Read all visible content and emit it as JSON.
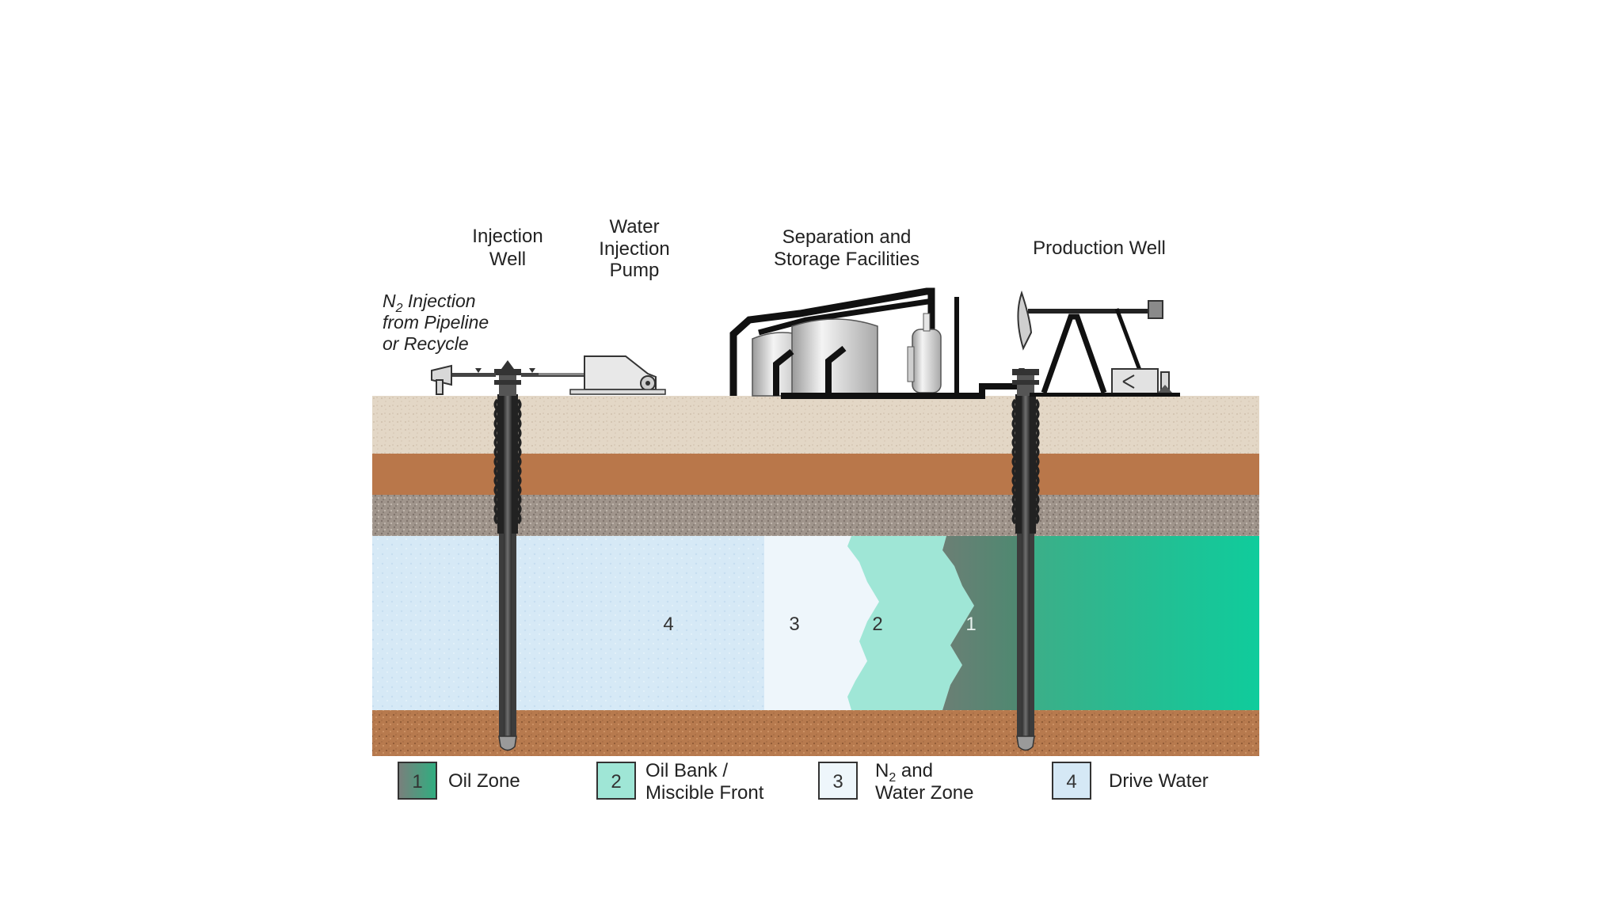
{
  "labels": {
    "injection_well": [
      "Injection",
      "Well"
    ],
    "water_injection_pump": [
      "Water",
      "Injection",
      "Pump"
    ],
    "separation_storage": [
      "Separation and",
      "Storage Facilities"
    ],
    "production_well": "Production Well",
    "n2_injection": {
      "n": "N",
      "sub": "2",
      "line1_rest": " Injection",
      "line2": "from Pipeline",
      "line3": "or Recycle"
    }
  },
  "zones": [
    {
      "number": "1",
      "name": "Oil Zone"
    },
    {
      "number": "2",
      "name": "Oil Bank / Miscible Front"
    },
    {
      "number": "3",
      "name": "N2 and Water Zone"
    },
    {
      "number": "4",
      "name": "Drive Water"
    }
  ],
  "zone_labels": {
    "z4": "4",
    "z3": "3",
    "z2": "2",
    "z1": "1"
  },
  "legend": {
    "item1": {
      "number": "1",
      "text": "Oil Zone"
    },
    "item2": {
      "number": "2",
      "line1": "Oil Bank /",
      "line2": "Miscible Front"
    },
    "item3": {
      "number": "3",
      "n": "N",
      "sub": "2",
      "line1_rest": " and",
      "line2": "Water Zone"
    },
    "item4": {
      "number": "4",
      "text": "Drive Water"
    }
  },
  "colors": {
    "oil_zone": "#5f7f72",
    "oil_bank": "#9fe6d6",
    "n2_water": "#eef6fb",
    "drive_water": "#d5e8f5",
    "reservoir_right": "#19c49a",
    "surface_soil": "#e4d8c8",
    "clay_layer": "#b9774a",
    "gravel_layer": "#9c9088",
    "bottom_rock": "#b5754a"
  }
}
